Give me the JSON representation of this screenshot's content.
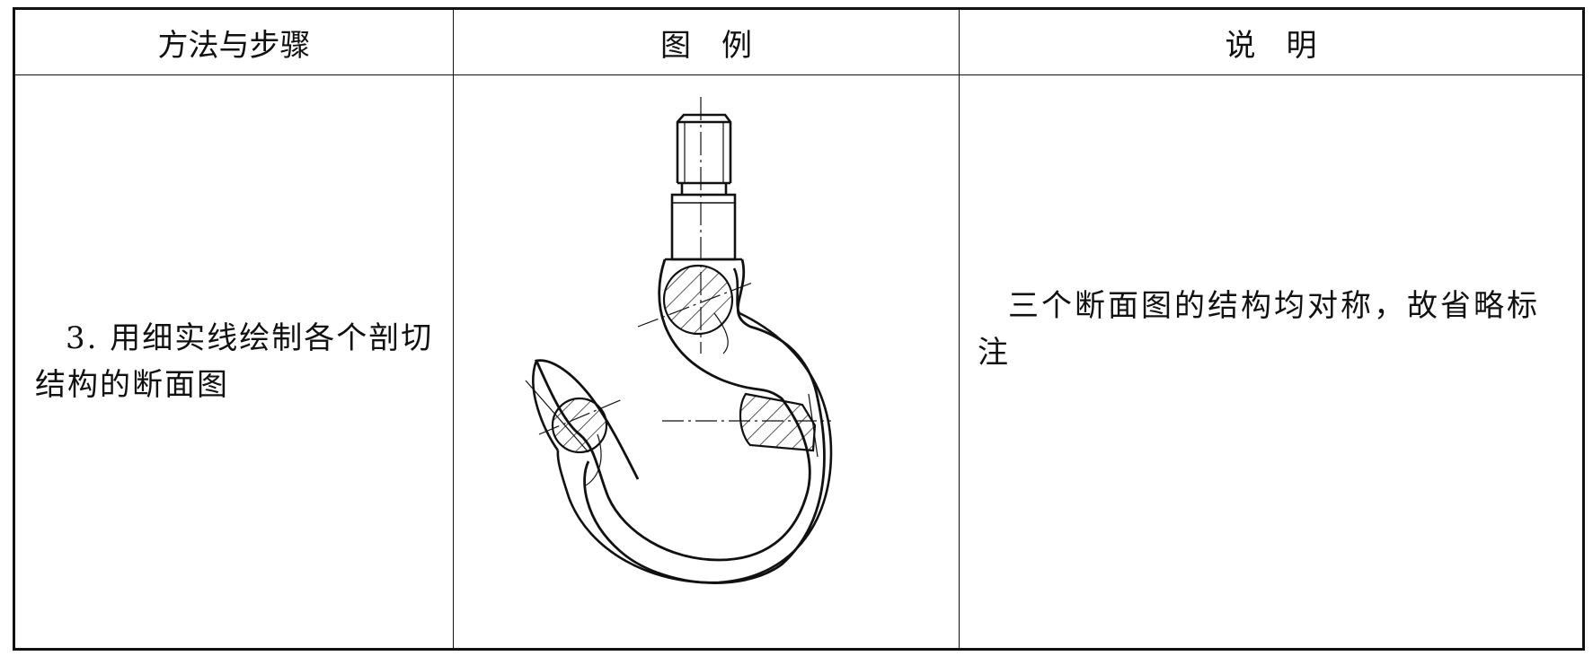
{
  "table": {
    "headers": [
      "方法与步骤",
      "图　例",
      "说　明"
    ],
    "rows": [
      {
        "method": "3. 用细实线绘制各个剖切结构的断面图",
        "figure_icon": "crane-hook-section-drawing",
        "note": "三个断面图的结构均对称，故省略标注"
      }
    ]
  }
}
